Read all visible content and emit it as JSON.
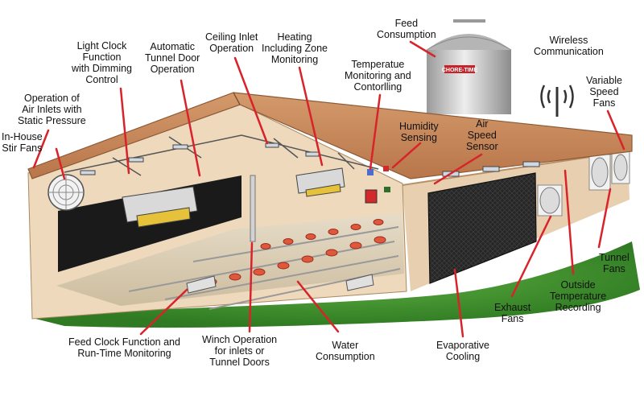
{
  "labels": {
    "feed_consumption": "Feed\nConsumption",
    "wireless_communication": "Wireless\nCommunication",
    "variable_speed_fans": "Variable\nSpeed\nFans",
    "light_clock": "Light Clock\nFunction\nwith Dimming\nControl",
    "automatic_tunnel_door": "Automatic\nTunnel Door\nOperation",
    "ceiling_inlet": "Ceiling Inlet\nOperation",
    "heating_zone": "Heating\nIncluding Zone\nMonitoring",
    "temperature_monitoring": "Temperatue\nMonitoring and\nContorlling",
    "operation_air_inlets": "Operation of\nAir Inlets with\nStatic Pressure",
    "humidity_sensing": "Humidity\nSensing",
    "air_speed_sensor": "Air\nSpeed\nSensor",
    "in_house_stir_fans": "In-House\nStir Fans",
    "tunnel_fans": "Tunnel\nFans",
    "outside_temperature": "Outside\nTemperature\nRecording",
    "exhaust_fans": "Exhaust\nFans",
    "feed_clock": "Feed Clock Function and\nRun-Time Monitoring",
    "winch_operation": "Winch Operation\nfor inlets or\nTunnel Doors",
    "water_consumption": "Water\nConsumption",
    "evaporative_cooling": "Evaporative\nCooling"
  },
  "silo_brand": "CHORE-TIME",
  "colors": {
    "roof": "#c9875a",
    "wall": "#eed9bd",
    "pad": "#2b2b2b",
    "ground": "#3f8a2e",
    "pointer": "#d9232a"
  }
}
